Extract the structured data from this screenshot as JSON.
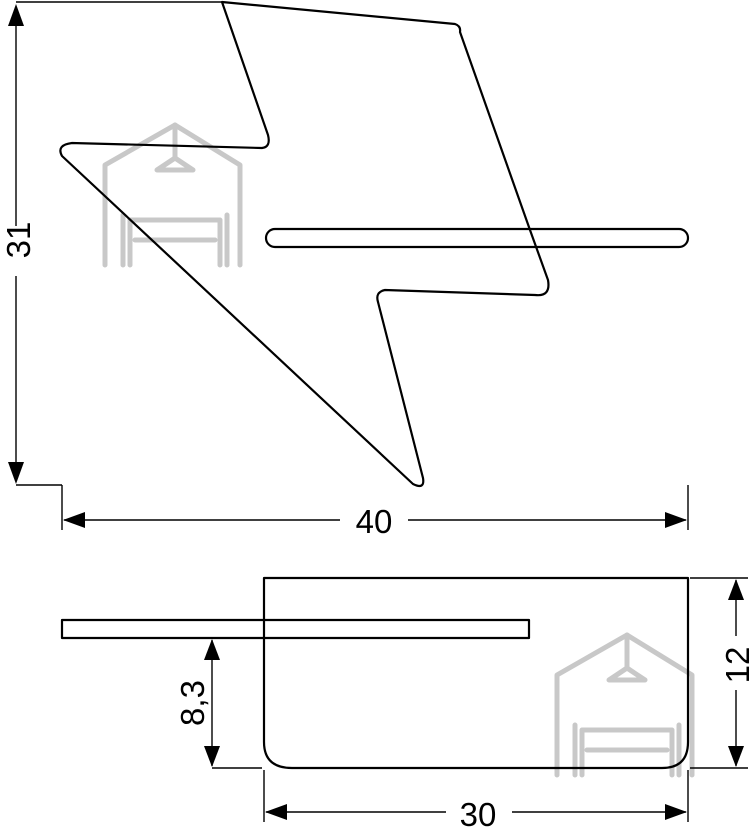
{
  "dimensions": {
    "height": "31",
    "width": "40",
    "shelf_offset": "8,3",
    "depth": "12",
    "shelf_length": "30"
  },
  "colors": {
    "stroke": "#000000",
    "watermark": "#c8c8c8",
    "background": "#ffffff"
  },
  "icons": {
    "watermark": "house-with-lamp-and-sofa-icon"
  }
}
